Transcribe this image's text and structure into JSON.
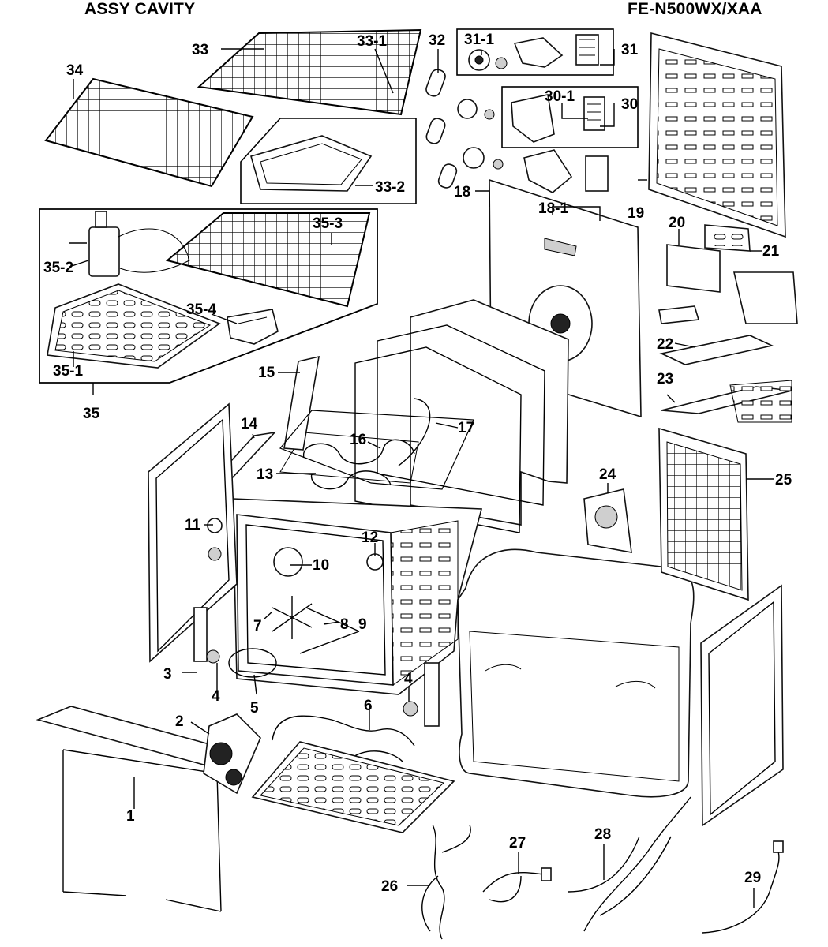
{
  "header": {
    "left_title": "ASSY CAVITY",
    "right_title": "FE-N500WX/XAA"
  },
  "callouts": {
    "c1": "1",
    "c2": "2",
    "c3": "3",
    "c4a": "4",
    "c4b": "4",
    "c5": "5",
    "c6": "6",
    "c7": "7",
    "c8": "8",
    "c9": "9",
    "c10": "10",
    "c11": "11",
    "c12": "12",
    "c13": "13",
    "c14": "14",
    "c15": "15",
    "c16": "16",
    "c17": "17",
    "c18": "18",
    "c18_1": "18-1",
    "c19": "19",
    "c20": "20",
    "c21": "21",
    "c22": "22",
    "c23": "23",
    "c24": "24",
    "c25": "25",
    "c26": "26",
    "c27": "27",
    "c28": "28",
    "c29": "29",
    "c30": "30",
    "c30_1": "30-1",
    "c31": "31",
    "c31_1": "31-1",
    "c32": "32",
    "c33": "33",
    "c33_1": "33-1",
    "c33_2": "33-2",
    "c34": "34",
    "c35": "35",
    "c35_1": "35-1",
    "c35_2": "35-2",
    "c35_3": "35-3",
    "c35_4": "35-4"
  }
}
